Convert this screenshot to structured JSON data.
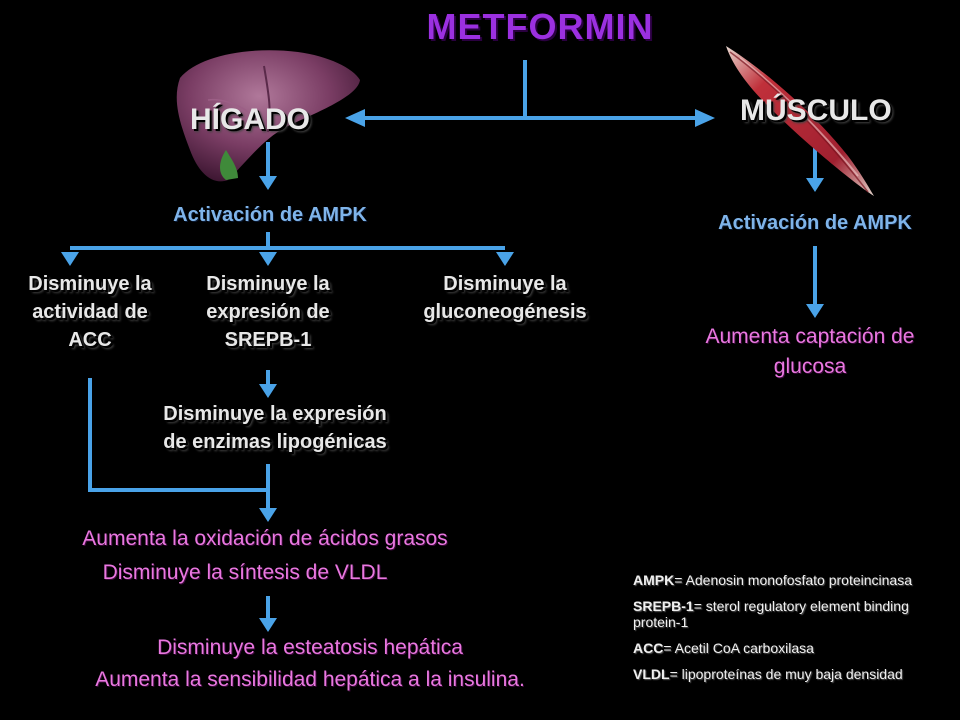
{
  "title": "METFORMIN",
  "liver": {
    "label": "HÍGADO",
    "ampk": "Activación de AMPK",
    "branches": [
      {
        "line1": "Disminuye la",
        "line2": "actividad de",
        "line3": "ACC"
      },
      {
        "line1": "Disminuye la",
        "line2": "expresión de",
        "line3": "SREPB-1"
      },
      {
        "line1": "Disminuye la",
        "line2": "gluconeogénesis",
        "line3": ""
      }
    ],
    "lipogenic": {
      "line1": "Disminuye la expresión",
      "line2": "de enzimas lipogénicas"
    },
    "oxidation": {
      "line1": "Aumenta la oxidación de ácidos grasos",
      "line2": "Disminuye la síntesis de VLDL"
    },
    "outcome": {
      "line1": "Disminuye la esteatosis hepática",
      "line2": "Aumenta la sensibilidad hepática a la insulina."
    }
  },
  "muscle": {
    "label": "MÚSCULO",
    "ampk": "Activación de AMPK",
    "uptake": {
      "line1": "Aumenta captación de",
      "line2": "glucosa"
    }
  },
  "definitions": [
    {
      "term": "AMPK",
      "text": "= Adenosin monofosfato proteincinasa"
    },
    {
      "term": "SREPB-1",
      "text": "= sterol regulatory element binding protein-1"
    },
    {
      "term": "ACC",
      "text": "= Acetil CoA carboxilasa"
    },
    {
      "term": "VLDL",
      "text": "= lipoproteínas de muy baja densidad"
    }
  ],
  "colors": {
    "arrow": "#4aa3e8",
    "title": "#9b30e0",
    "blue_text": "#7fb4ea",
    "pink_text": "#e978e0"
  },
  "icons": [
    "liver-icon",
    "muscle-icon"
  ]
}
